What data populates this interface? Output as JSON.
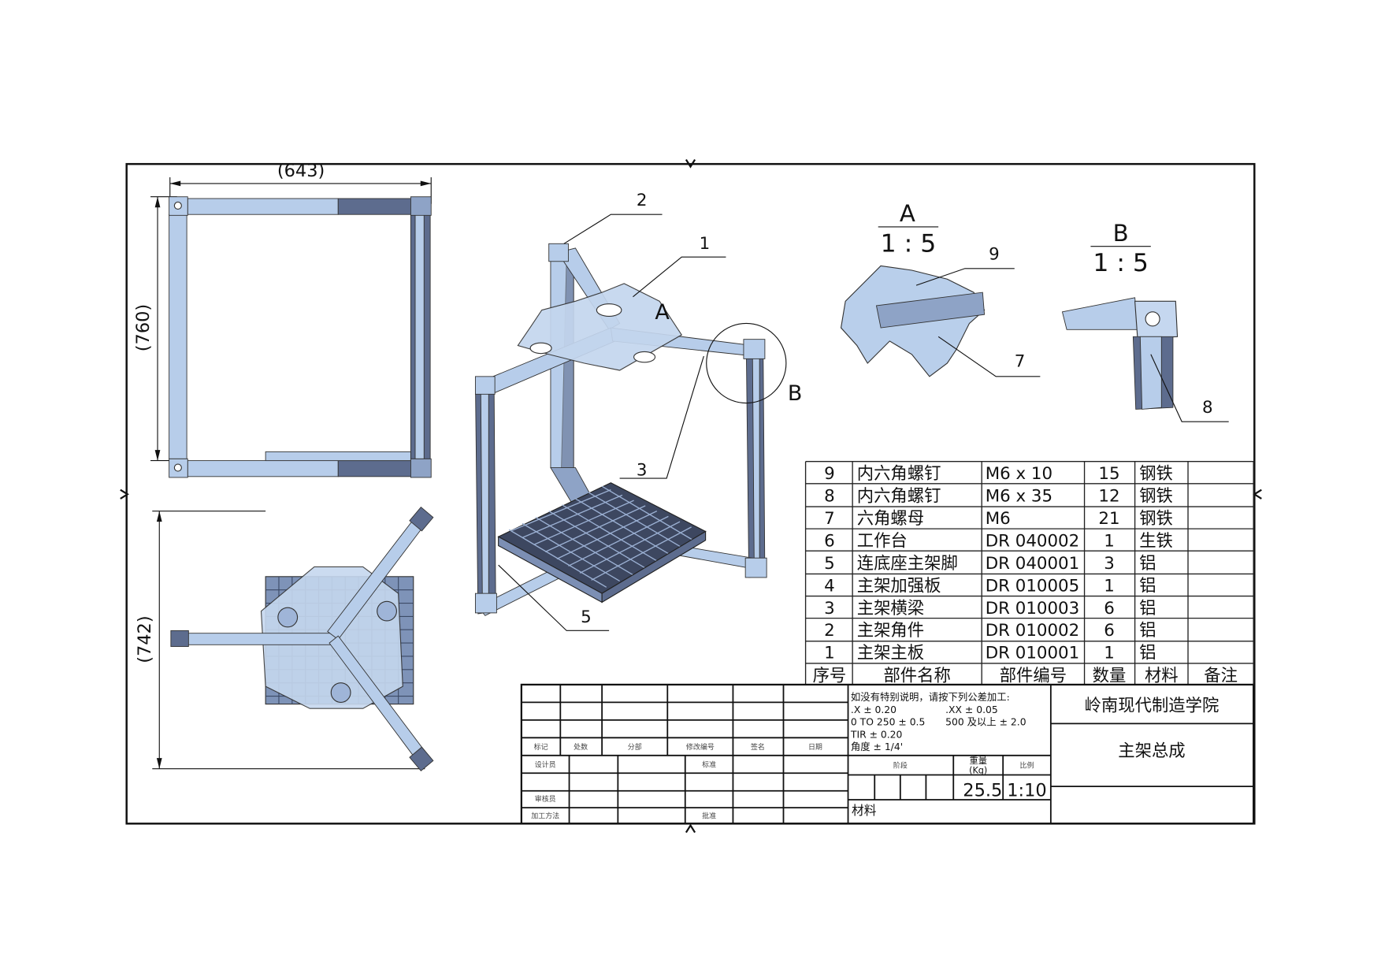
{
  "dimensions": {
    "width": "(643)",
    "height_top": "(760)",
    "height_bottom": "(742)"
  },
  "balloons": {
    "b1": "1",
    "b2": "2",
    "b3": "3",
    "b5": "5",
    "b7": "7",
    "b8": "8",
    "b9": "9"
  },
  "detail_marks": {
    "a": "A",
    "b": "B"
  },
  "detail_views": {
    "a": {
      "letter": "A",
      "scale": "1 : 5"
    },
    "b": {
      "letter": "B",
      "scale": "1 : 5"
    }
  },
  "bom": {
    "rows": [
      {
        "no": "9",
        "name": "内六角螺钉",
        "code": "M6 x 10",
        "qty": "15",
        "material": "钢铁",
        "note": ""
      },
      {
        "no": "8",
        "name": "内六角螺钉",
        "code": "M6 x 35",
        "qty": "12",
        "material": "钢铁",
        "note": ""
      },
      {
        "no": "7",
        "name": "六角螺母",
        "code": "M6",
        "qty": "21",
        "material": "钢铁",
        "note": ""
      },
      {
        "no": "6",
        "name": "工作台",
        "code": "DR 040002",
        "qty": "1",
        "material": "生铁",
        "note": ""
      },
      {
        "no": "5",
        "name": "连底座主架脚",
        "code": "DR 040001",
        "qty": "3",
        "material": "铝",
        "note": ""
      },
      {
        "no": "4",
        "name": "主架加强板",
        "code": "DR 010005",
        "qty": "1",
        "material": "铝",
        "note": ""
      },
      {
        "no": "3",
        "name": "主架横梁",
        "code": "DR 010003",
        "qty": "6",
        "material": "铝",
        "note": ""
      },
      {
        "no": "2",
        "name": "主架角件",
        "code": "DR 010002",
        "qty": "6",
        "material": "铝",
        "note": ""
      },
      {
        "no": "1",
        "name": "主架主板",
        "code": "DR 010001",
        "qty": "1",
        "material": "铝",
        "note": ""
      }
    ],
    "header": {
      "no": "序号",
      "name": "部件名称",
      "code": "部件编号",
      "qty": "数量",
      "material": "材料",
      "note": "备注"
    }
  },
  "title_block": {
    "rev_labels": [
      "标记",
      "处数",
      "分部",
      "修改编号",
      "签名",
      "日期"
    ],
    "designer": "设计员",
    "standard": "标准",
    "reviewer": "审核员",
    "process": "加工方法",
    "approve": "批准",
    "tolerance": [
      "如没有特别说明，请按下列公差加工:",
      ".X ± 0.20",
      ".XX ± 0.05",
      "0 TO 250 ± 0.5",
      "500 及以上 ± 2.0",
      "TIR ± 0.20",
      "角度 ± 1/4'"
    ],
    "stage": "阶段",
    "weight_label": "重量",
    "weight_unit": "(Kg)",
    "scale_label": "比例",
    "weight": "25.5",
    "scale": "1:10",
    "material": "材料",
    "school": "岭南现代制造学院",
    "drawing_title": "主架总成"
  }
}
